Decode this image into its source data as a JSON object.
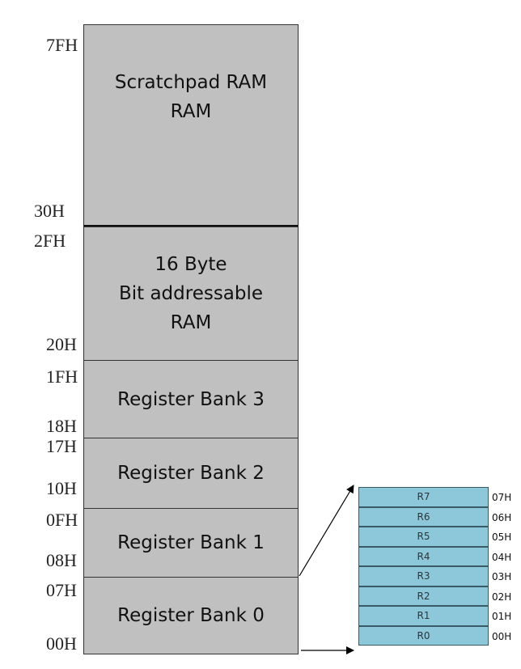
{
  "memory_map": {
    "blocks": [
      {
        "label": "Scratchpad RAM\nRAM"
      },
      {
        "label": "16 Byte\nBit addressable\nRAM"
      },
      {
        "label": "Register Bank 3"
      },
      {
        "label": "Register Bank 2"
      },
      {
        "label": "Register Bank 1"
      },
      {
        "label": "Register Bank 0"
      }
    ],
    "addresses": [
      "7FH",
      "30H",
      "2FH",
      "20H",
      "1FH",
      "18H",
      "17H",
      "10H",
      "0FH",
      "08H",
      "07H",
      "00H"
    ]
  },
  "register_bank_detail": {
    "rows": [
      {
        "reg": "R7",
        "addr": "07H"
      },
      {
        "reg": "R6",
        "addr": "06H"
      },
      {
        "reg": "R5",
        "addr": "05H"
      },
      {
        "reg": "R4",
        "addr": "04H"
      },
      {
        "reg": "R3",
        "addr": "03H"
      },
      {
        "reg": "R2",
        "addr": "02H"
      },
      {
        "reg": "R1",
        "addr": "01H"
      },
      {
        "reg": "R0",
        "addr": "00H"
      }
    ]
  },
  "colors": {
    "block_fill": "#c0c0c0",
    "register_fill": "#8dc8da"
  }
}
